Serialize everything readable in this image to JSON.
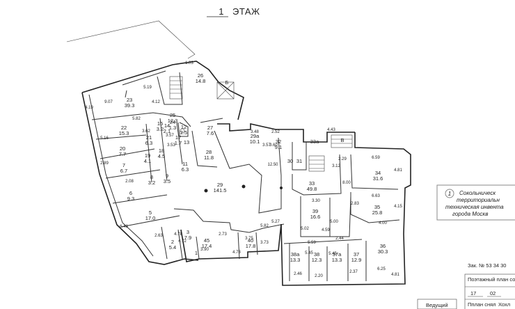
{
  "title": {
    "number": "1",
    "word": "ЭТАЖ"
  },
  "rooms": [
    {
      "id": "26",
      "area": "14.8"
    },
    {
      "id": "Б",
      "area": ""
    },
    {
      "id": "23",
      "area": "39.3"
    },
    {
      "id": "22",
      "area": "15.3"
    },
    {
      "id": "25",
      "area": "12.3"
    },
    {
      "id": "24",
      "area": "1.3"
    },
    {
      "id": "15",
      "area": "3.2"
    },
    {
      "id": "14",
      "area": "2.1"
    },
    {
      "id": "12",
      "area": "2.5"
    },
    {
      "id": "21",
      "area": "6.3"
    },
    {
      "id": "20",
      "area": "7.7"
    },
    {
      "id": "18",
      "area": "4.5"
    },
    {
      "id": "19",
      "area": "4.1"
    },
    {
      "id": "17",
      "area": "1.7"
    },
    {
      "id": "13",
      "area": ""
    },
    {
      "id": "11",
      "area": "6.3"
    },
    {
      "id": "27",
      "area": "7.6"
    },
    {
      "id": "28",
      "area": "11.8"
    },
    {
      "id": "7",
      "area": "6.7"
    },
    {
      "id": "8",
      "area": "3.2"
    },
    {
      "id": "9",
      "area": "3.5"
    },
    {
      "id": "6",
      "area": "9.3"
    },
    {
      "id": "29",
      "area": "141.5"
    },
    {
      "id": "5",
      "area": "17.0"
    },
    {
      "id": "3",
      "area": "7.9"
    },
    {
      "id": "2",
      "area": "5.4"
    },
    {
      "id": "1",
      "area": ""
    },
    {
      "id": "45",
      "area": "17.4"
    },
    {
      "id": "40",
      "area": "17.8"
    },
    {
      "id": "29a",
      "area": "10.1"
    },
    {
      "id": "32",
      "area": "9.1"
    },
    {
      "id": "33a",
      "area": ""
    },
    {
      "id": "В",
      "area": ""
    },
    {
      "id": "30",
      "area": ""
    },
    {
      "id": "31",
      "area": ""
    },
    {
      "id": "33",
      "area": "49.8"
    },
    {
      "id": "34",
      "area": "31.6"
    },
    {
      "id": "35",
      "area": "25.8"
    },
    {
      "id": "39",
      "area": "16.6"
    },
    {
      "id": "38a",
      "area": "13.3"
    },
    {
      "id": "38",
      "area": "12.3"
    },
    {
      "id": "37a",
      "area": "13.3"
    },
    {
      "id": "37",
      "area": "12.9"
    },
    {
      "id": "36",
      "area": "30.3"
    }
  ],
  "dimensions": [
    "1.03",
    "5.19",
    "9.07",
    "4.12",
    "4.19",
    "5.82",
    "5.16",
    "3.62",
    "3.53",
    "2.08",
    "2.89",
    "3.57",
    "6.43",
    "3.48",
    "2.52",
    "3.57",
    "3.60",
    "4.43",
    "12.50",
    "2.29",
    "3.12",
    "6.59",
    "4.81",
    "8.00",
    "6.63",
    "2.83",
    "4.15",
    "4.00",
    "3.30",
    "5.02",
    "5.00",
    "4.59",
    "2.44",
    "5.59",
    "5.45",
    "5.45",
    "6.25",
    "4.81",
    "2.37",
    "2.20",
    "2.46",
    "4.78",
    "3.73",
    "4.72",
    "3.90",
    "2.73",
    "3.75",
    "5.27",
    "5.82",
    "2.63",
    "4.78"
  ],
  "stamp": {
    "circle_number": "1",
    "lines": [
      "Сокольническ",
      "территориальн",
      "техническая инвента",
      "города Москв"
    ]
  },
  "info": {
    "order": "Зак. № 53 34 30",
    "line1": "Поэтажный план составл",
    "date_day": "17",
    "date_month": "02",
    "line2": "Пплан снял",
    "line2_name": "Хохл",
    "chief": "Ведущий"
  }
}
